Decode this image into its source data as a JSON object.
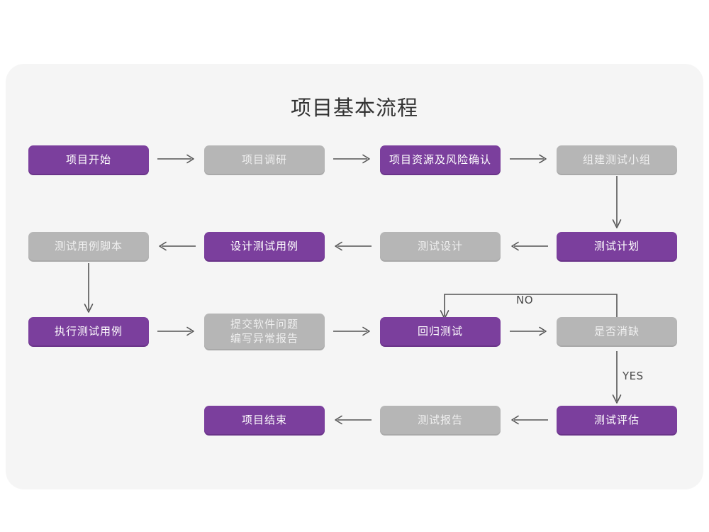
{
  "page": {
    "title": "项目基本流程",
    "background": "#ffffff",
    "panel_background": "#f5f5f5"
  },
  "colors": {
    "active": "#7b3f9d",
    "inactive": "#b6b6b6",
    "active_text": "#ffffff",
    "inactive_text": "#efefef",
    "arrow": "#555555",
    "title_text": "#333333"
  },
  "chart_data": {
    "type": "diagram",
    "title": "项目基本流程",
    "nodes": [
      {
        "id": "n1",
        "label": "项目开始",
        "state": "active",
        "row": 1,
        "col": 1
      },
      {
        "id": "n2",
        "label": "项目调研",
        "state": "inactive",
        "row": 1,
        "col": 2
      },
      {
        "id": "n3",
        "label": "项目资源及风险确认",
        "state": "active",
        "row": 1,
        "col": 3
      },
      {
        "id": "n4",
        "label": "组建测试小组",
        "state": "inactive",
        "row": 1,
        "col": 4
      },
      {
        "id": "n5",
        "label": "测试用例脚本",
        "state": "inactive",
        "row": 2,
        "col": 1
      },
      {
        "id": "n6",
        "label": "设计测试用例",
        "state": "active",
        "row": 2,
        "col": 2
      },
      {
        "id": "n7",
        "label": "测试设计",
        "state": "inactive",
        "row": 2,
        "col": 3
      },
      {
        "id": "n8",
        "label": "测试计划",
        "state": "active",
        "row": 2,
        "col": 4
      },
      {
        "id": "n9",
        "label": "执行测试用例",
        "state": "active",
        "row": 3,
        "col": 1
      },
      {
        "id": "n10",
        "label": "提交软件问题",
        "label2": "编写异常报告",
        "state": "inactive",
        "row": 3,
        "col": 2
      },
      {
        "id": "n11",
        "label": "回归测试",
        "state": "active",
        "row": 3,
        "col": 3
      },
      {
        "id": "n12",
        "label": "是否消缺",
        "state": "inactive",
        "row": 3,
        "col": 4
      },
      {
        "id": "n13",
        "label": "项目结束",
        "state": "active",
        "row": 4,
        "col": 2
      },
      {
        "id": "n14",
        "label": "测试报告",
        "state": "inactive",
        "row": 4,
        "col": 3
      },
      {
        "id": "n15",
        "label": "测试评估",
        "state": "active",
        "row": 4,
        "col": 4
      }
    ],
    "edges": [
      {
        "from": "n1",
        "to": "n2",
        "direction": "right",
        "label": ""
      },
      {
        "from": "n2",
        "to": "n3",
        "direction": "right",
        "label": ""
      },
      {
        "from": "n3",
        "to": "n4",
        "direction": "right",
        "label": ""
      },
      {
        "from": "n4",
        "to": "n8",
        "direction": "down",
        "label": ""
      },
      {
        "from": "n8",
        "to": "n7",
        "direction": "left",
        "label": ""
      },
      {
        "from": "n7",
        "to": "n6",
        "direction": "left",
        "label": ""
      },
      {
        "from": "n6",
        "to": "n5",
        "direction": "left",
        "label": ""
      },
      {
        "from": "n5",
        "to": "n9",
        "direction": "down",
        "label": ""
      },
      {
        "from": "n9",
        "to": "n10",
        "direction": "right",
        "label": ""
      },
      {
        "from": "n10",
        "to": "n11",
        "direction": "right",
        "label": ""
      },
      {
        "from": "n11",
        "to": "n12",
        "direction": "right",
        "label": ""
      },
      {
        "from": "n12",
        "to": "n11",
        "direction": "loop-up-left",
        "label": "NO"
      },
      {
        "from": "n12",
        "to": "n15",
        "direction": "down",
        "label": "YES"
      },
      {
        "from": "n15",
        "to": "n14",
        "direction": "left",
        "label": ""
      },
      {
        "from": "n14",
        "to": "n13",
        "direction": "left",
        "label": ""
      }
    ],
    "edge_labels": {
      "no": "NO",
      "yes": "YES"
    }
  }
}
